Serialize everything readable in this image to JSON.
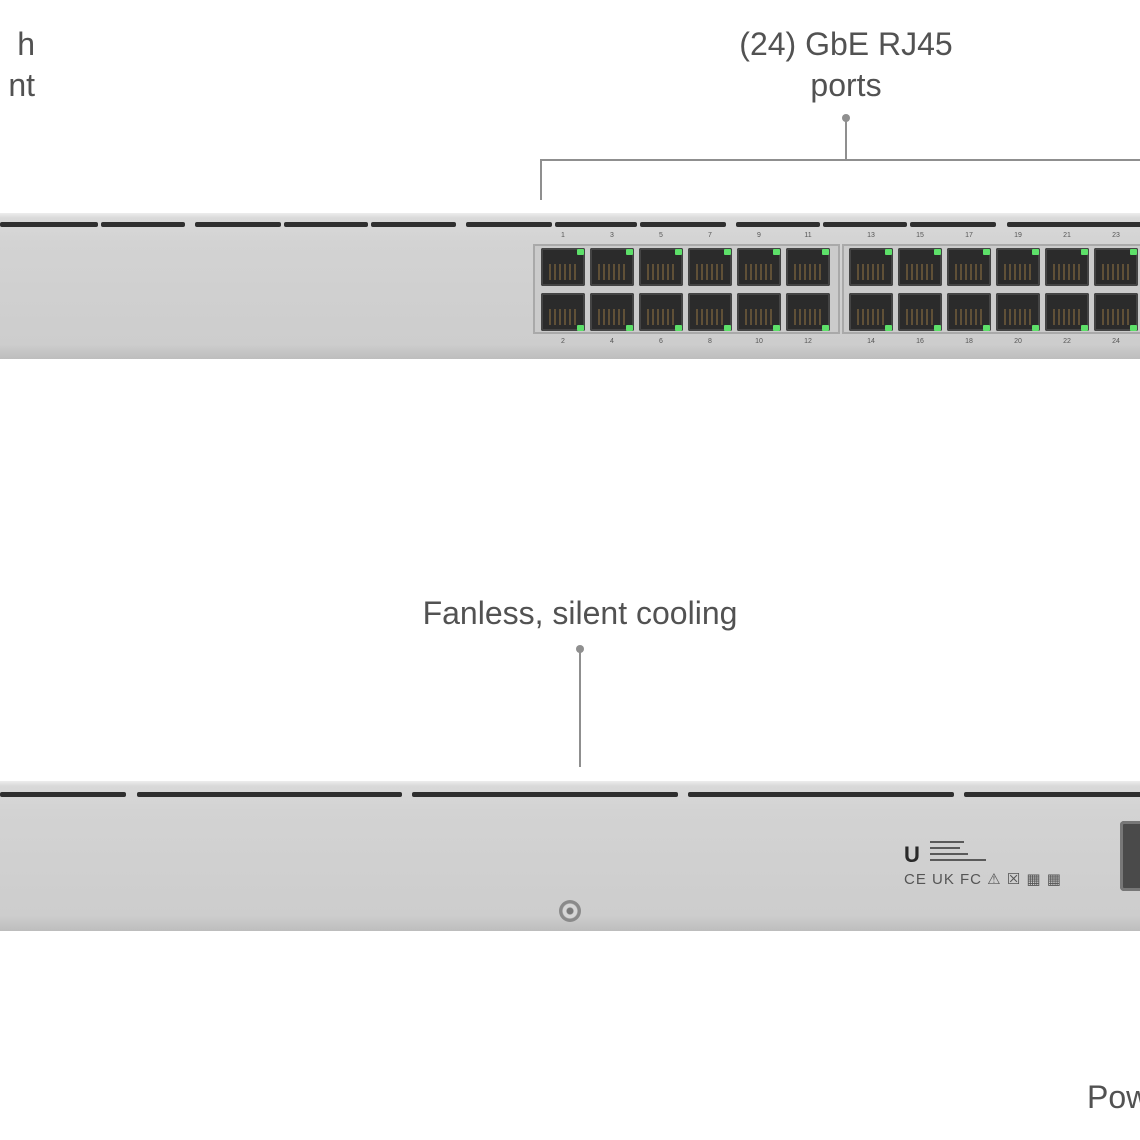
{
  "callouts": {
    "left_top": "h",
    "left_bottom": "nt",
    "ports_line1": "(24) GbE RJ45",
    "ports_line2": "ports",
    "fanless": "Fanless, silent cooling",
    "power": "Pow"
  },
  "front_panel": {
    "top_port_numbers": [
      "1",
      "3",
      "5",
      "7",
      "9",
      "11",
      "13",
      "15",
      "17",
      "19",
      "21",
      "23"
    ],
    "bottom_port_numbers": [
      "2",
      "4",
      "6",
      "8",
      "10",
      "12",
      "14",
      "16",
      "18",
      "20",
      "22",
      "24"
    ]
  },
  "rear_panel": {
    "logo_glyph": "U",
    "certifications": "CE UK FC ⚠ ☒ ▦ ▦"
  },
  "colors": {
    "chassis": "#d3d3d3",
    "port_led": "#5de069",
    "callout_line": "#8f8f8f"
  }
}
